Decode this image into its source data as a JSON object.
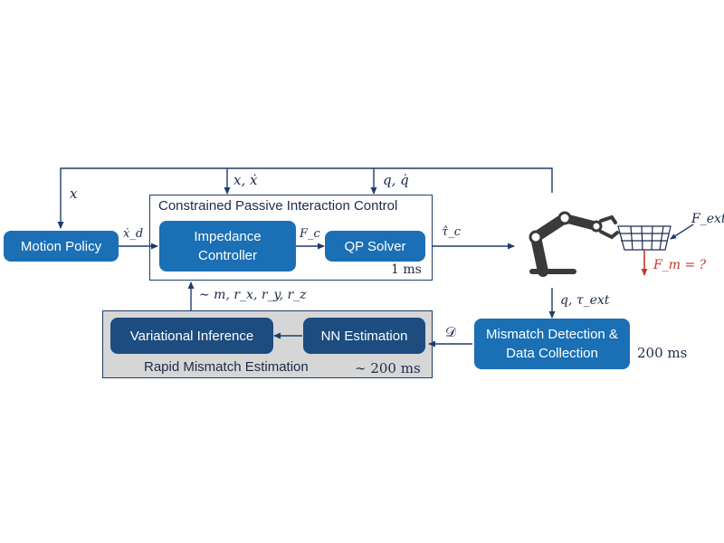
{
  "boxes": {
    "motion_policy": "Motion Policy",
    "impedance_controller": "Impedance Controller",
    "qp_solver": "QP Solver",
    "variational_inference": "Variational Inference",
    "nn_estimation": "NN Estimation",
    "mismatch_detection": "Mismatch Detection & Data Collection"
  },
  "frames": {
    "cpic_title": "Constrained Passive Interaction Control",
    "cpic_rate": "1 ms",
    "rme_title": "Rapid Mismatch Estimation",
    "rme_rate": "∼ 200 ms"
  },
  "labels": {
    "x": "x",
    "x_xdot": "x, ẋ",
    "q_qdot": "q, q̇",
    "xdot_d": "ẋ_d",
    "f_c": "F_c",
    "tau_hat_c": "τ̂_c",
    "q_tau_ext": "q, τ_ext",
    "dataset": "𝒟",
    "params": "∼ m, r_x, r_y, r_z",
    "f_ext": "F_ext",
    "f_m": "F_m = ?",
    "detect_rate": "200 ms"
  },
  "colors": {
    "box_blue": "#1a6fb5",
    "box_navy": "#1c4c80",
    "estimation_panel": "#d6d6d6",
    "line": "#1c3d6b",
    "force_red": "#c0392b"
  }
}
